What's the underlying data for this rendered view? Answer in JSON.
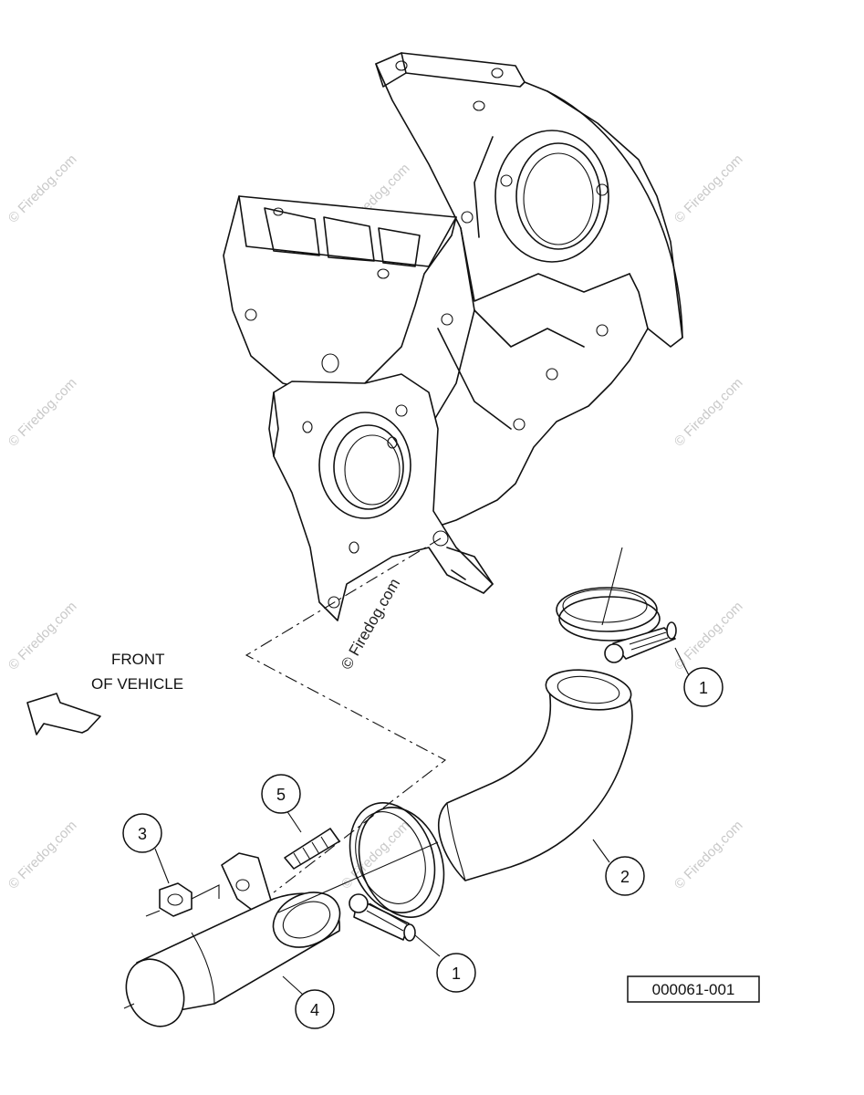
{
  "watermark": {
    "text": "© Firedog.com",
    "center_text": "© Firedog.com"
  },
  "labels": {
    "front_line1": "FRONT",
    "front_line2": "OF VEHICLE",
    "reference_code": "000061-001"
  },
  "callouts": [
    "1",
    "2",
    "3",
    "4",
    "5",
    "1"
  ],
  "colors": {
    "line": "#111111",
    "watermark": "#c9c9c9",
    "background": "#ffffff"
  }
}
